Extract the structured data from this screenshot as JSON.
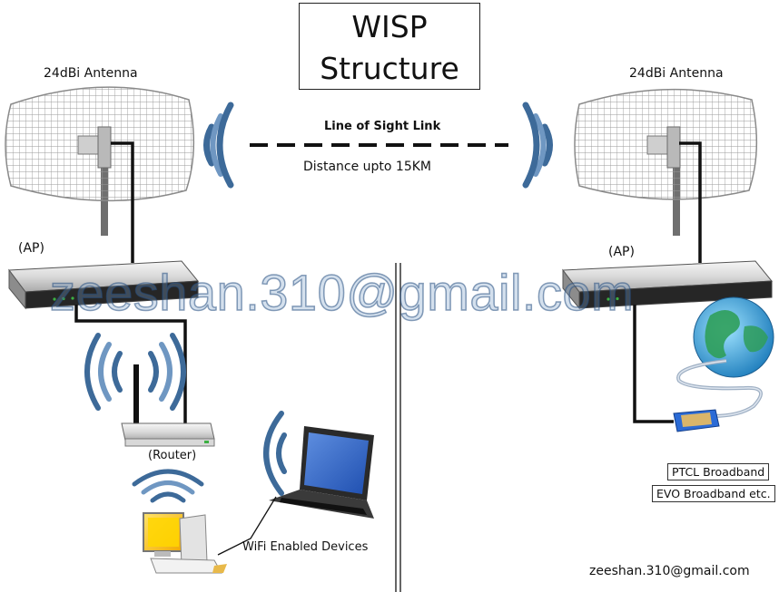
{
  "title": {
    "line1": "WISP",
    "line2": "Structure"
  },
  "labels": {
    "antenna_left": "24dBi Antenna",
    "antenna_right": "24dBi Antenna",
    "ap_left": "(AP)",
    "ap_right": "(AP)",
    "link_title": "Line of Sight Link",
    "link_distance": "Distance upto 15KM",
    "router": "(Router)",
    "wifi_devices": "WiFi Enabled Devices",
    "ptcl": "PTCL Broadband",
    "evo": "EVO Broadband etc.",
    "email_footer": "zeeshan.310@gmail.com"
  },
  "watermark": "zeeshan.310@gmail.com",
  "colors": {
    "wave": "#3d6a99",
    "wave_light": "#8fb1d4",
    "cable": "#111111",
    "link": "#111111",
    "router_led": "#3cb043",
    "globe": "#2f9e5a"
  }
}
